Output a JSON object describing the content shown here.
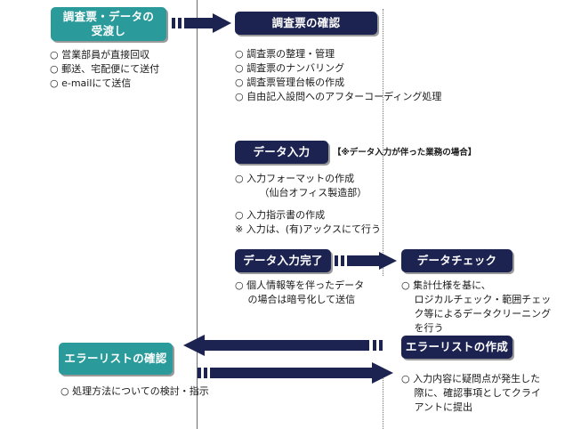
{
  "boxes": {
    "receipt": "調査票・データの\n受渡し",
    "confirm": "調査票の確認",
    "data_input": "データ入力",
    "input_done": "データ入力完了",
    "data_check": "データチェック",
    "error_create": "エラーリストの作成",
    "error_confirm": "エラーリストの確認"
  },
  "notes": {
    "data_input_note": "【※データ入力が伴った業務の場合】"
  },
  "texts": {
    "receipt_items": "○ 営業部員が直接回収\n○ 郵送、宅配便にて送付\n○ e-mailにて送信",
    "confirm_items": "○ 調査票の整理・管理\n○ 調査票のナンバリング\n○ 調査票管理台帳の作成\n○ 自由記入設問へのアフターコーディング処理",
    "input_items_1": "○ 入力フォーマットの作成\n　　　（仙台オフィス製造部）",
    "input_items_2": "○ 入力指示書の作成\n※ 入力は、(有)アックスにて行う",
    "input_done_items": "○ 個人情報等を伴ったデータ\n　 の場合は暗号化して送信",
    "check_items": "○ 集計仕様を基に、\n　 ロジカルチェック・範囲チェッ\n　 ク等によるデータクリーニング\n　 を行う",
    "error_create_items": "○ 入力内容に疑問点が発生した\n　 際に、確認事項としてクライ\n　 アントに提出",
    "error_confirm_items": "○ 処理方法についての検討・指示"
  },
  "colors": {
    "navy": "#1c2350",
    "teal": "#2b9a9a"
  }
}
